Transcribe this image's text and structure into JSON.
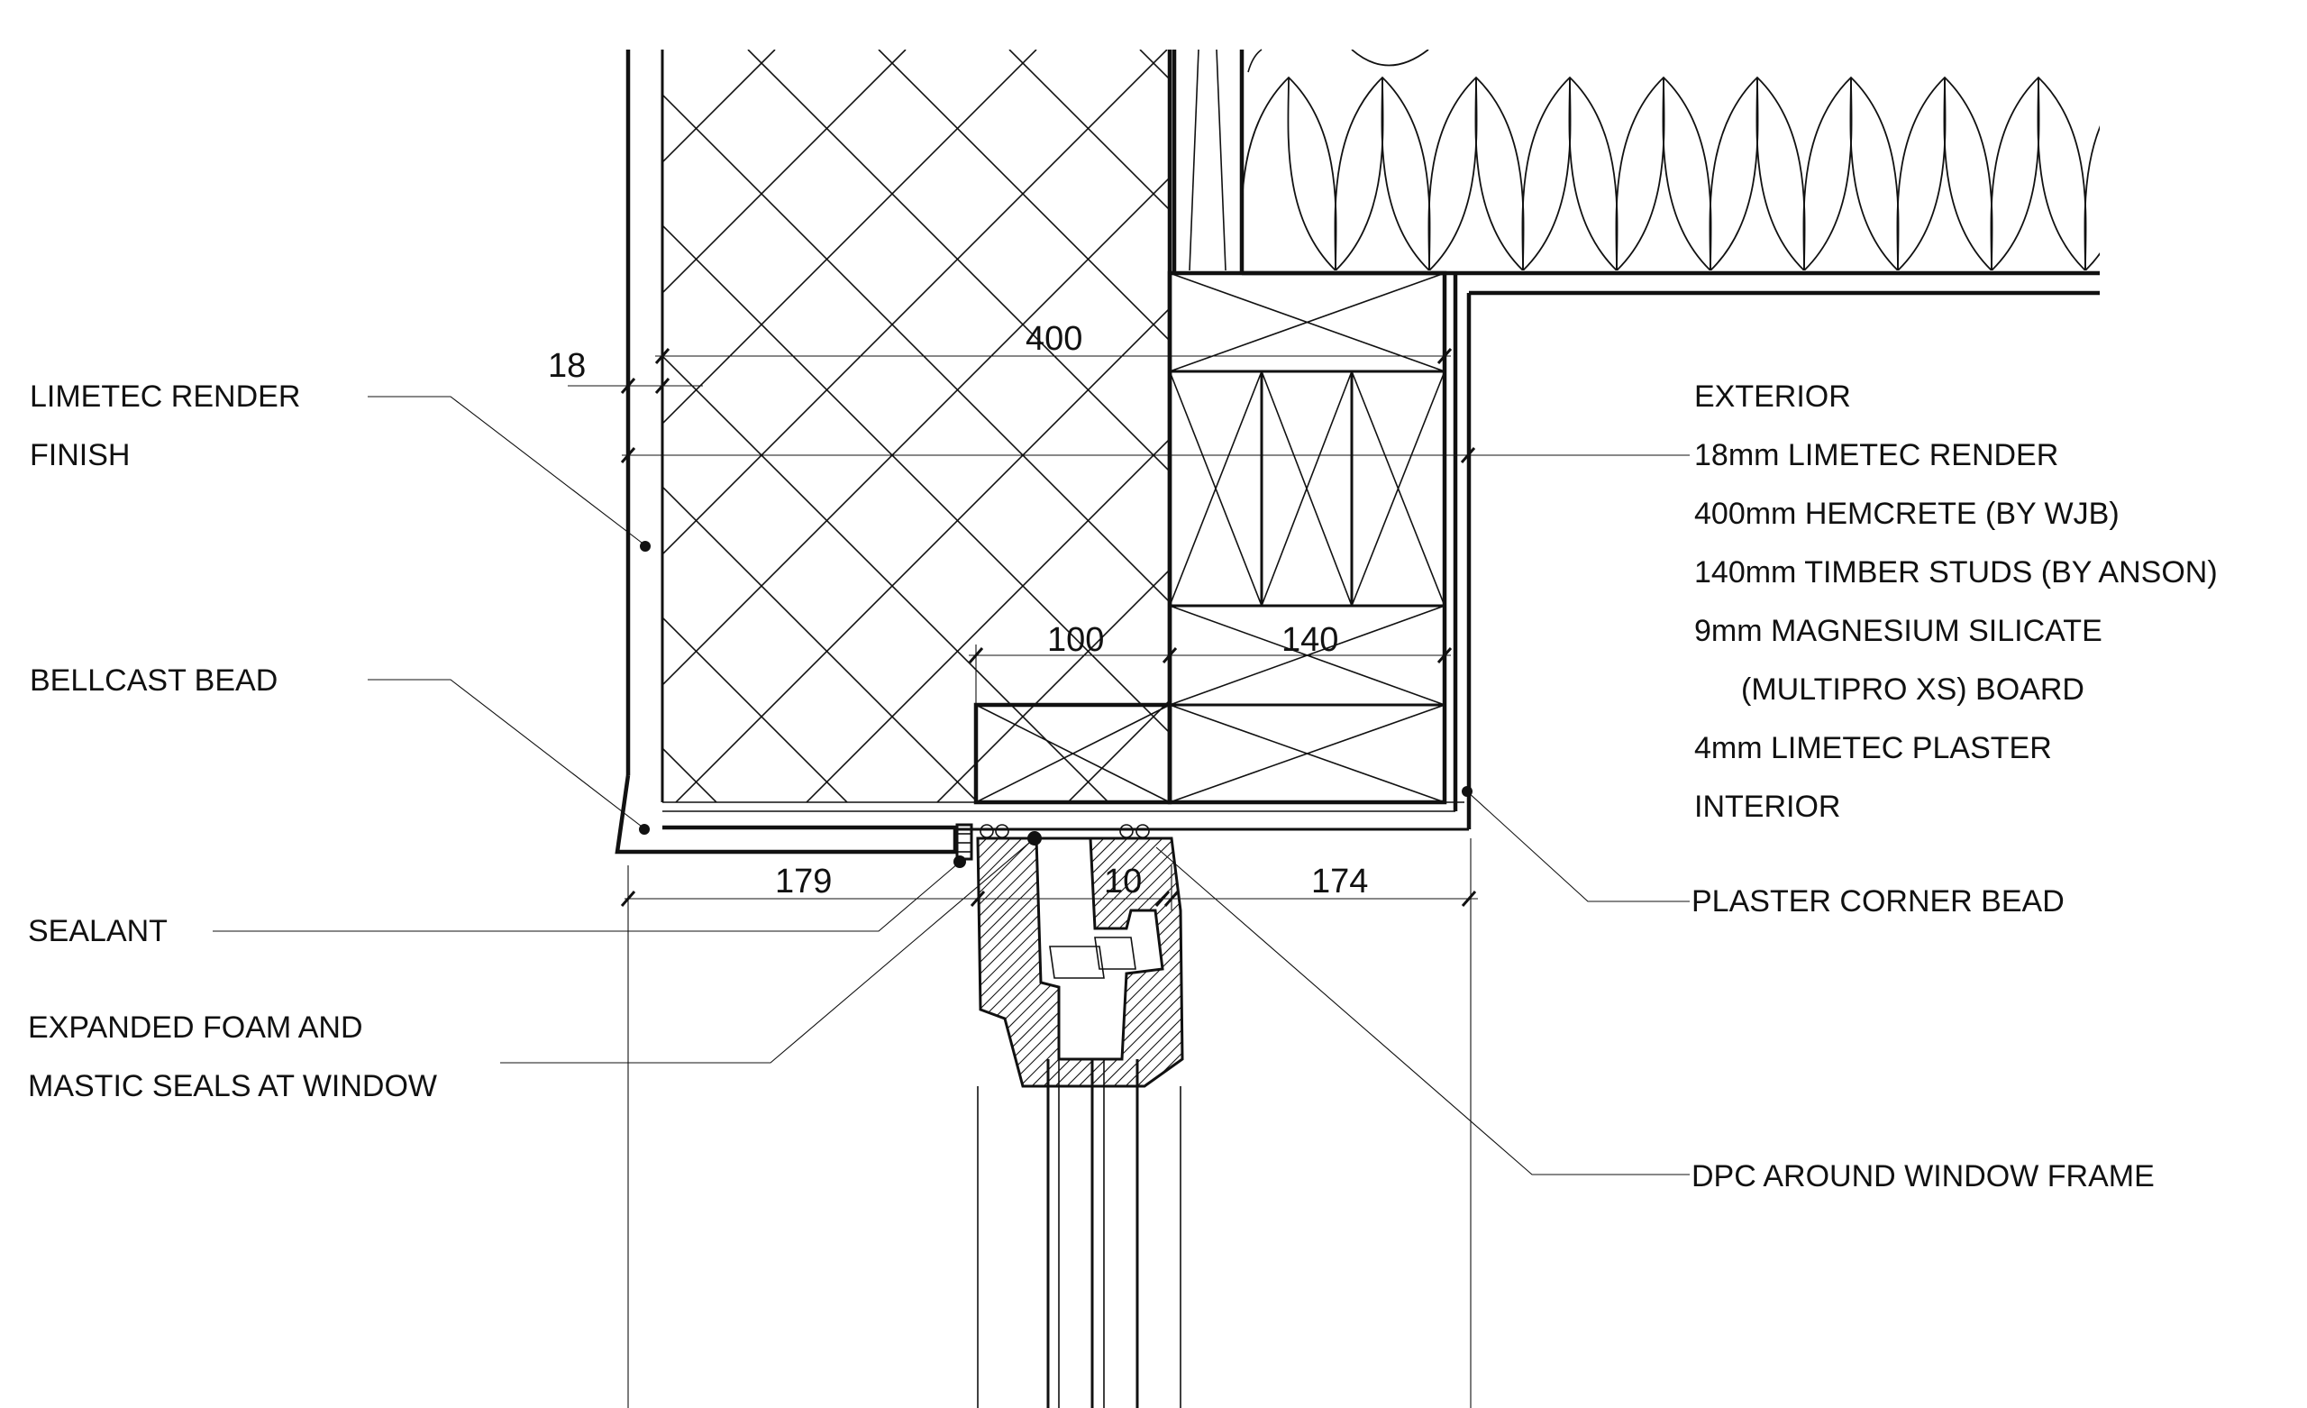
{
  "dimensions": {
    "render_thickness": "18",
    "hemcrete_width": "400",
    "block_width": "100",
    "stud_width": "140",
    "reveal_left": "179",
    "gap": "10",
    "reveal_right": "174"
  },
  "labels_left": {
    "render_finish_line1": "LIMETEC RENDER",
    "render_finish_line2": "FINISH",
    "bellcast_bead": "BELLCAST BEAD",
    "sealant": "SEALANT",
    "foam_line1": "EXPANDED FOAM AND",
    "foam_line2": "MASTIC SEALS AT WINDOW"
  },
  "build_up": {
    "exterior": "EXTERIOR",
    "render": "18mm LIMETEC RENDER",
    "hemcrete": "400mm HEMCRETE (BY WJB)",
    "studs": "140mm TIMBER STUDS (BY ANSON)",
    "board_line1": "9mm MAGNESIUM SILICATE",
    "board_line2": "(MULTIPRO XS) BOARD",
    "plaster": "4mm LIMETEC PLASTER",
    "interior": "INTERIOR"
  },
  "labels_right": {
    "plaster_corner_bead": "PLASTER CORNER BEAD",
    "dpc": "DPC AROUND WINDOW FRAME"
  }
}
